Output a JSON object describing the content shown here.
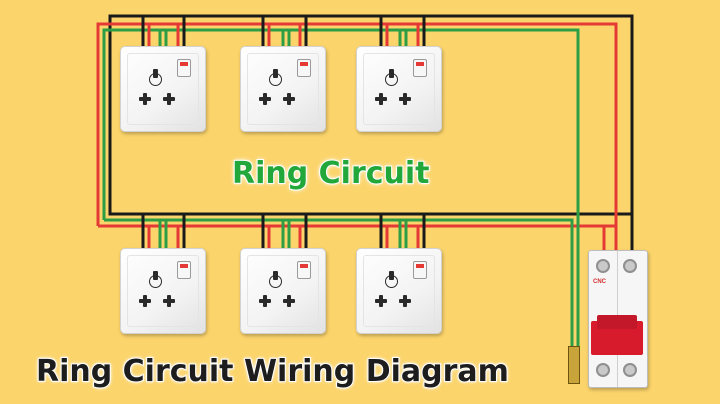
{
  "diagram_title": "Ring Circuit",
  "main_title": "Ring Circuit Wiring Diagram",
  "breaker_brand": "CNC",
  "colors": {
    "background": "#fbd46b",
    "live_wire": "#e53935",
    "neutral_wire": "#1a1a1a",
    "earth_wire": "#2e9e44",
    "earth_wire_alt": "#d4c63c",
    "diagram_title": "#22a83a",
    "breaker_lever": "#d81b2c"
  },
  "components": {
    "sockets_top_row": 3,
    "sockets_bottom_row": 3,
    "socket_icon": "uk-switched-socket-icon",
    "breaker_icon": "double-pole-mcb-icon"
  }
}
